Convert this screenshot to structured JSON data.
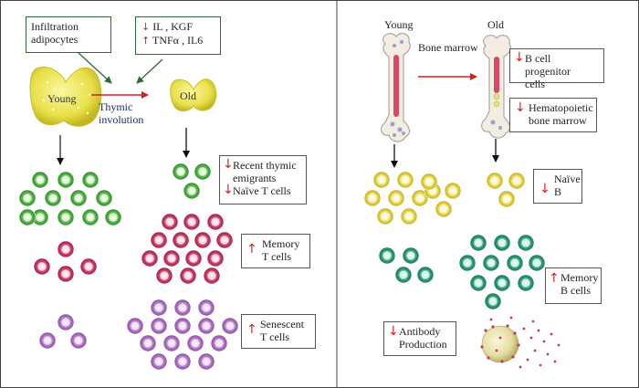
{
  "left": {
    "infiltration_box": {
      "line1": "Infiltration",
      "line2": "adipocytes"
    },
    "factors_box": {
      "line1": "IL , KGF",
      "line2": "TNFα , IL6"
    },
    "young_label": "Young",
    "old_label": "Old",
    "involution_label": {
      "line1": "Thymic",
      "line2": "involution"
    },
    "rte_box": {
      "line1": "Recent thymic",
      "line2": "emigrants",
      "line3": "Naïve T cells"
    },
    "memory_t_box": {
      "line1": "Memory",
      "line2": "T cells"
    },
    "senescent_box": {
      "line1": "Senescent",
      "line2": "T cells"
    }
  },
  "right": {
    "young_label": "Young",
    "old_label": "Old",
    "bone_marrow_label": "Bone marrow",
    "progenitor_box": {
      "line1": "B cell progenitor",
      "line2": "cells"
    },
    "hematopoietic_box": {
      "line1": "Hematopoietic",
      "line2": "bone marrow"
    },
    "naive_b_box": {
      "line1": "Naïve",
      "line2": "B"
    },
    "memory_b_box": {
      "line1": "Memory",
      "line2": "B cells"
    },
    "antibody_box": {
      "line1": "Antibody",
      "line2": "Production"
    }
  },
  "colors": {
    "naive_t": "#59b84c",
    "memory_t": "#d0426a",
    "senescent_t": "#b57ac9",
    "naive_b": "#e9d84a",
    "memory_b": "#2fa37a",
    "thymus": "#e8e04a",
    "arrow_red": "#d4201f",
    "arrow_green": "#2f6b3a"
  }
}
